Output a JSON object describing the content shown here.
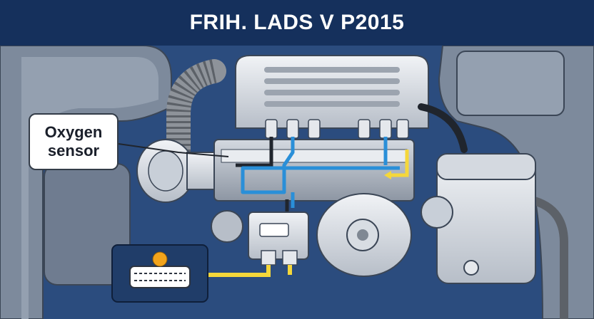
{
  "title": "FRIH. LADS V P2015",
  "callout": {
    "line1": "Oxygen",
    "line2": "sensor"
  },
  "colors": {
    "title_bar": "#15305c",
    "background": "#2b4c7e",
    "blue_line": "#2a8fd8",
    "yellow_arrow": "#f5d73a",
    "sensor_dot": "#f2a41c"
  }
}
